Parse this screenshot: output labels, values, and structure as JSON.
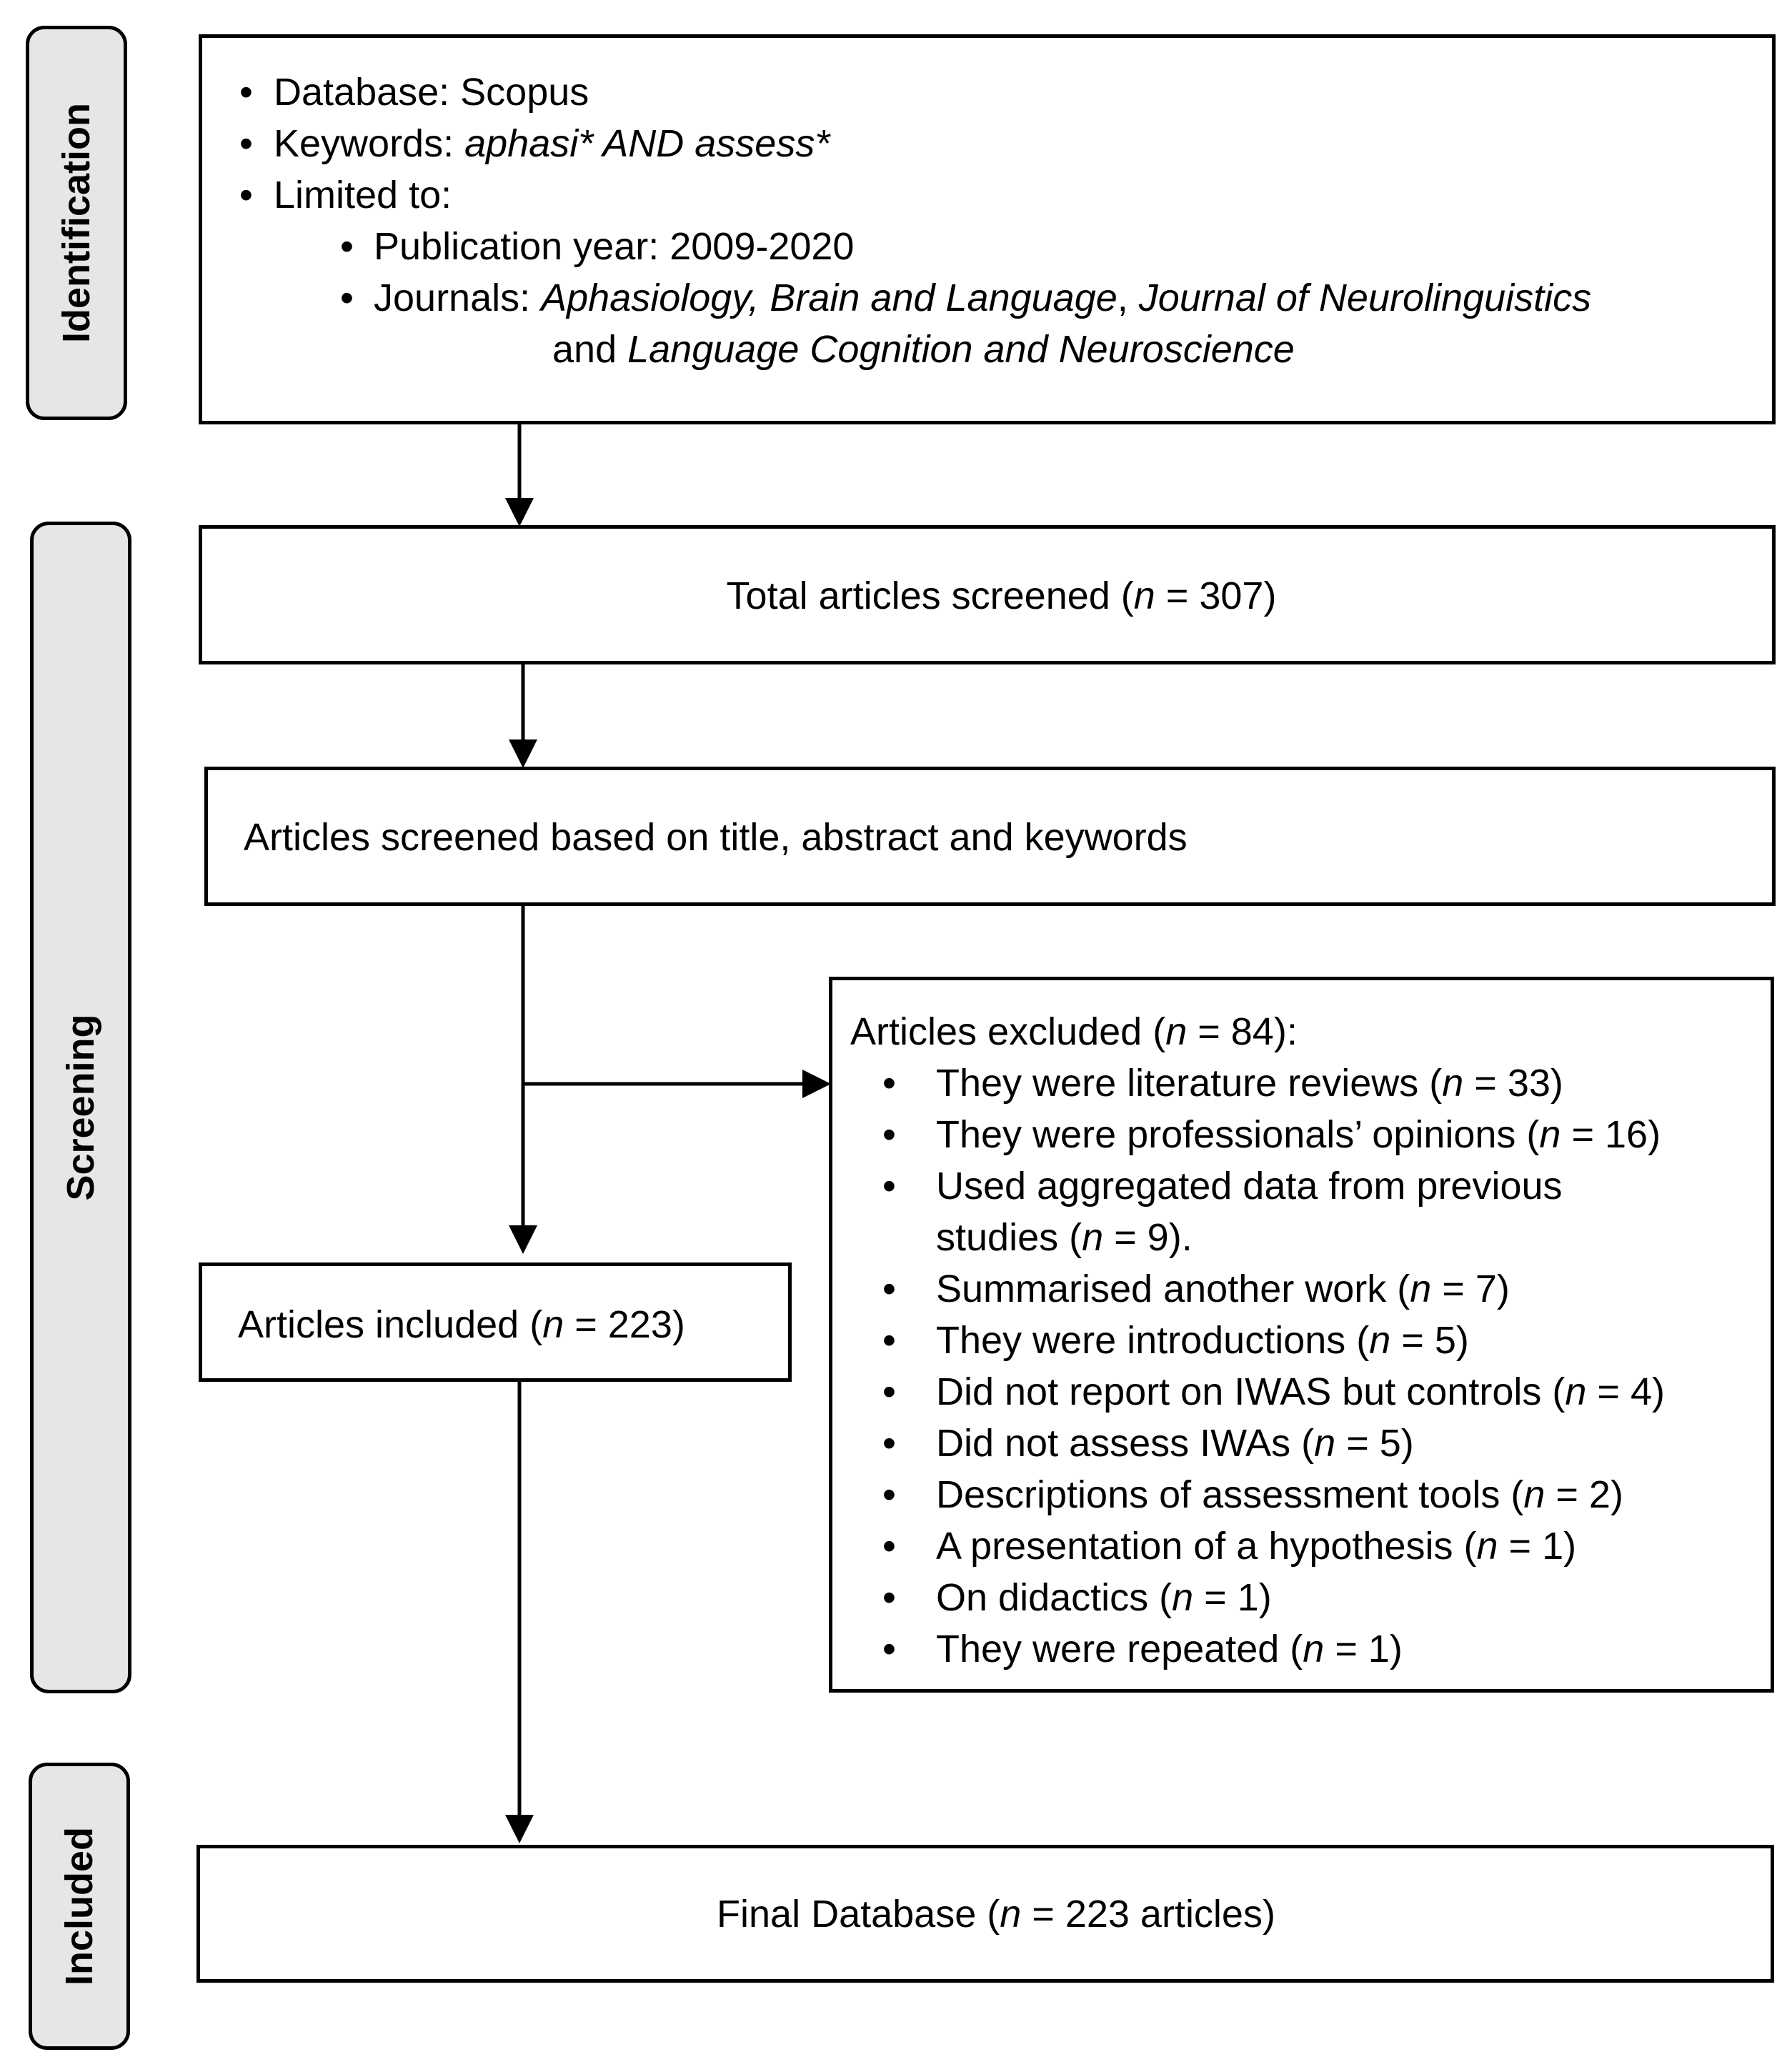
{
  "phases": {
    "identification": "Identification",
    "screening": "Screening",
    "included": "Included"
  },
  "identification_box": {
    "database": "Database: Scopus",
    "keywords_prefix": "Keywords: ",
    "keywords_value": "aphasi* AND assess*",
    "limited_to": "Limited to:",
    "publication_year": "Publication year: 2009-2020",
    "journals_prefix": "Journals: ",
    "journal_1": "Aphasiology",
    "journal_sep_1": ", ",
    "journal_2": "Brain and Language",
    "journal_sep_2": ", ",
    "journal_3": "Journal of Neurolinguistics",
    "journal_and": "and ",
    "journal_4": "Language Cognition and Neuroscience"
  },
  "total_screened": {
    "prefix": "Total articles screened (",
    "n": "n",
    "suffix": " = 307)"
  },
  "screened_basis": "Articles screened based on title, abstract and keywords",
  "excluded": {
    "heading_prefix": "Articles excluded (",
    "heading_n": "n",
    "heading_suffix": " = 84):",
    "items": [
      {
        "pre": "They were literature reviews (",
        "n": "n",
        "post": " = 33)"
      },
      {
        "pre": "They were professionals’ opinions (",
        "n": "n",
        "post": " = 16)"
      },
      {
        "pre": "Used aggregated data from previous",
        "n": "",
        "post": ""
      },
      {
        "pre": "studies (",
        "n": "n",
        "post": " = 9)."
      },
      {
        "pre": "Summarised another work (",
        "n": "n",
        "post": " = 7)"
      },
      {
        "pre": "They were introductions (",
        "n": "n",
        "post": " = 5)"
      },
      {
        "pre": "Did not report on IWAS but controls (",
        "n": "n",
        "post": " = 4)"
      },
      {
        "pre": "Did not assess IWAs (",
        "n": "n",
        "post": " = 5)"
      },
      {
        "pre": "Descriptions of assessment tools (",
        "n": "n",
        "post": " = 2)"
      },
      {
        "pre": "A presentation of a hypothesis (",
        "n": "n",
        "post": " = 1)"
      },
      {
        "pre": "On didactics (",
        "n": "n",
        "post": " = 1)"
      },
      {
        "pre": "They were repeated (",
        "n": "n",
        "post": " = 1)"
      }
    ]
  },
  "included_box": {
    "prefix": "Articles included (",
    "n": "n",
    "suffix": " = 223)"
  },
  "final_box": {
    "prefix": "Final Database (",
    "n": "n",
    "suffix": " = 223 articles)"
  }
}
